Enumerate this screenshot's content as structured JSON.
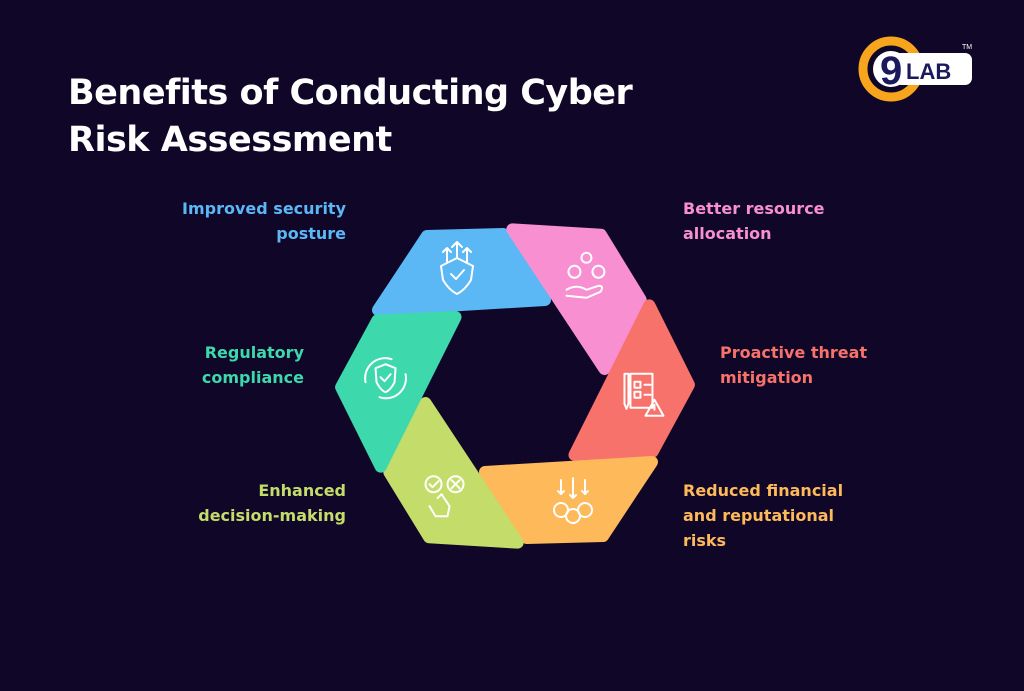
{
  "title": "Benefits of Conducting Cyber Risk Assessment",
  "logo": {
    "text": "9LAB",
    "trademark": "TM"
  },
  "segments": [
    {
      "label": "Improved security posture",
      "color": "#5bb8f5",
      "icon": "shield-arrows-check-icon"
    },
    {
      "label": "Better resource allocation",
      "color": "#f78fd0",
      "icon": "hand-resources-icon"
    },
    {
      "label": "Proactive threat mitigation",
      "color": "#f7726b",
      "icon": "checklist-warning-icon"
    },
    {
      "label": "Reduced financial and reputational risks",
      "color": "#fdb95a",
      "icon": "coins-down-icon"
    },
    {
      "label": "Enhanced decision-making",
      "color": "#c4dc6a",
      "icon": "decision-choice-icon"
    },
    {
      "label": "Regulatory compliance",
      "color": "#3dd8ac",
      "icon": "shield-cycle-icon"
    }
  ]
}
